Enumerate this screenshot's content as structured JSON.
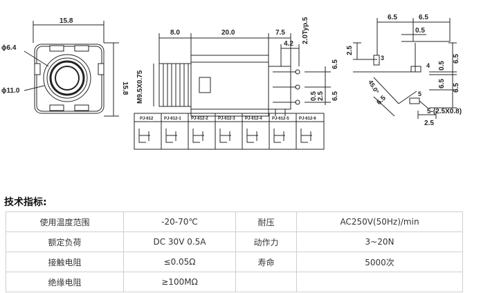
{
  "drawing": {
    "front_view": {
      "width_dim": "15.8",
      "height_dim": "15.8",
      "outer_dia": "ϕ11.0",
      "inner_dia": "ϕ6.4"
    },
    "side_view": {
      "dims_top": [
        "8.0",
        "20.0",
        "7.5"
      ],
      "typ_label": "2.0Typ.5",
      "small_dim": "4.2",
      "thread_label": "M9.5X0.75",
      "right_dims": [
        "6.5",
        "6.5"
      ],
      "bottom_dims": [
        "0.5",
        "2.5"
      ]
    },
    "models": [
      "PJ-612",
      "PJ-612-1",
      "PJ-612-2",
      "PJ-612-3",
      "PJ-612-4",
      "PJ-612-5",
      "PJ-612-6"
    ],
    "pin_layout": {
      "top_dims": [
        "6.5",
        "6.5"
      ],
      "top_small": "0.5",
      "left_dim": "2.5",
      "right_dims": [
        "6.5",
        "0.5",
        "6.5",
        "6.5"
      ],
      "angle_label": "45.0°",
      "diag_dim": "6.5",
      "pad_label": "5-(2.5X0.8)",
      "bottom_dim": "2.5",
      "pin_numbers": [
        "3",
        "4",
        "5"
      ]
    }
  },
  "spec_heading": "技术指标:",
  "specs": {
    "rows": [
      [
        "使用温度范围",
        "-20-70℃",
        "耐压",
        "AC250V(50Hz)/min"
      ],
      [
        "额定负荷",
        "DC 30V 0.5A",
        "动作力",
        "3~20N"
      ],
      [
        "接触电阻",
        "≤0.05Ω",
        "寿命",
        "5000次"
      ],
      [
        "绝缘电阻",
        "≥100MΩ",
        "",
        ""
      ]
    ]
  }
}
